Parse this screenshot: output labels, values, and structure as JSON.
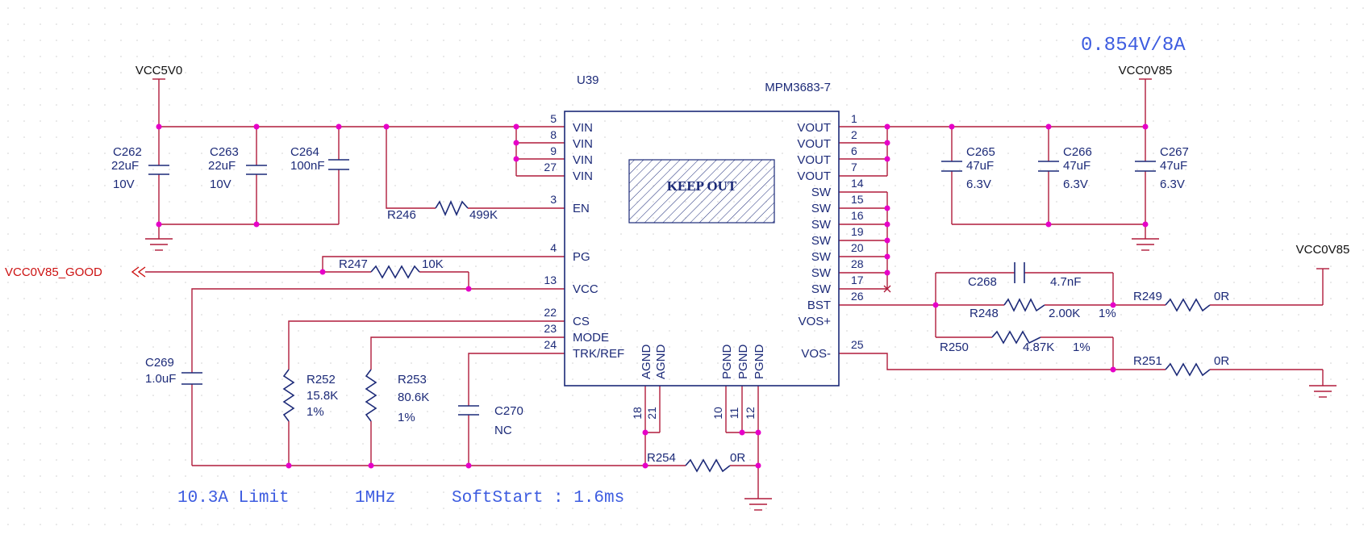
{
  "ic": {
    "ref": "U39",
    "part": "MPM3683-7",
    "keep_out": "KEEP OUT",
    "left_pins": [
      {
        "num": "5",
        "name": "VIN"
      },
      {
        "num": "8",
        "name": "VIN"
      },
      {
        "num": "9",
        "name": "VIN"
      },
      {
        "num": "27",
        "name": "VIN"
      },
      {
        "num": "3",
        "name": "EN"
      },
      {
        "num": "4",
        "name": "PG"
      },
      {
        "num": "13",
        "name": "VCC"
      },
      {
        "num": "22",
        "name": "CS"
      },
      {
        "num": "23",
        "name": "MODE"
      },
      {
        "num": "24",
        "name": "TRK/REF"
      }
    ],
    "right_pins": [
      {
        "num": "1",
        "name": "VOUT"
      },
      {
        "num": "2",
        "name": "VOUT"
      },
      {
        "num": "6",
        "name": "VOUT"
      },
      {
        "num": "7",
        "name": "VOUT"
      },
      {
        "num": "14",
        "name": "SW"
      },
      {
        "num": "15",
        "name": "SW"
      },
      {
        "num": "16",
        "name": "SW"
      },
      {
        "num": "19",
        "name": "SW"
      },
      {
        "num": "20",
        "name": "SW"
      },
      {
        "num": "28",
        "name": "SW"
      },
      {
        "num": "17",
        "name": "SW"
      },
      {
        "num": "",
        "name": "BST"
      },
      {
        "num": "26",
        "name": "VOS+"
      },
      {
        "num": "25",
        "name": "VOS-"
      }
    ],
    "bottom_pins": [
      {
        "num": "18",
        "name": "AGND"
      },
      {
        "num": "21",
        "name": "AGND"
      },
      {
        "num": "10",
        "name": "PGND"
      },
      {
        "num": "11",
        "name": "PGND"
      },
      {
        "num": "12",
        "name": "PGND"
      }
    ]
  },
  "nets": {
    "vcc5v0": "VCC5V0",
    "vcc0v85_out": "VCC0V85",
    "vcc0v85_sense": "VCC0V85",
    "good": "VCC0V85_GOOD"
  },
  "components": {
    "c262": {
      "ref": "C262",
      "value": "22uF",
      "rating": "10V"
    },
    "c263": {
      "ref": "C263",
      "value": "22uF",
      "rating": "10V"
    },
    "c264": {
      "ref": "C264",
      "value": "100nF"
    },
    "c265": {
      "ref": "C265",
      "value": "47uF",
      "rating": "6.3V"
    },
    "c266": {
      "ref": "C266",
      "value": "47uF",
      "rating": "6.3V"
    },
    "c267": {
      "ref": "C267",
      "value": "47uF",
      "rating": "6.3V"
    },
    "c268": {
      "ref": "C268",
      "value": "4.7nF"
    },
    "c269": {
      "ref": "C269",
      "value": "1.0uF"
    },
    "c270": {
      "ref": "C270",
      "value": "NC"
    },
    "r246": {
      "ref": "R246",
      "value": "499K"
    },
    "r247": {
      "ref": "R247",
      "value": "10K"
    },
    "r248": {
      "ref": "R248",
      "value": "2.00K",
      "tol": "1%"
    },
    "r249": {
      "ref": "R249",
      "value": "0R"
    },
    "r250": {
      "ref": "R250",
      "value": "4.87K",
      "tol": "1%"
    },
    "r251": {
      "ref": "R251",
      "value": "0R"
    },
    "r252": {
      "ref": "R252",
      "value": "15.8K",
      "tol": "1%"
    },
    "r253": {
      "ref": "R253",
      "value": "80.6K",
      "tol": "1%"
    },
    "r254": {
      "ref": "R254",
      "value": "0R"
    }
  },
  "notes": {
    "output": "0.854V/8A",
    "limit": "10.3A Limit",
    "freq": "1MHz",
    "softstart": "SoftStart : 1.6ms"
  },
  "colors": {
    "wire": "#b01c3c",
    "junction": "#e600c8",
    "ink": "#1c2a78",
    "note": "#3d5ce0",
    "net_label_red": "#cc1111"
  }
}
